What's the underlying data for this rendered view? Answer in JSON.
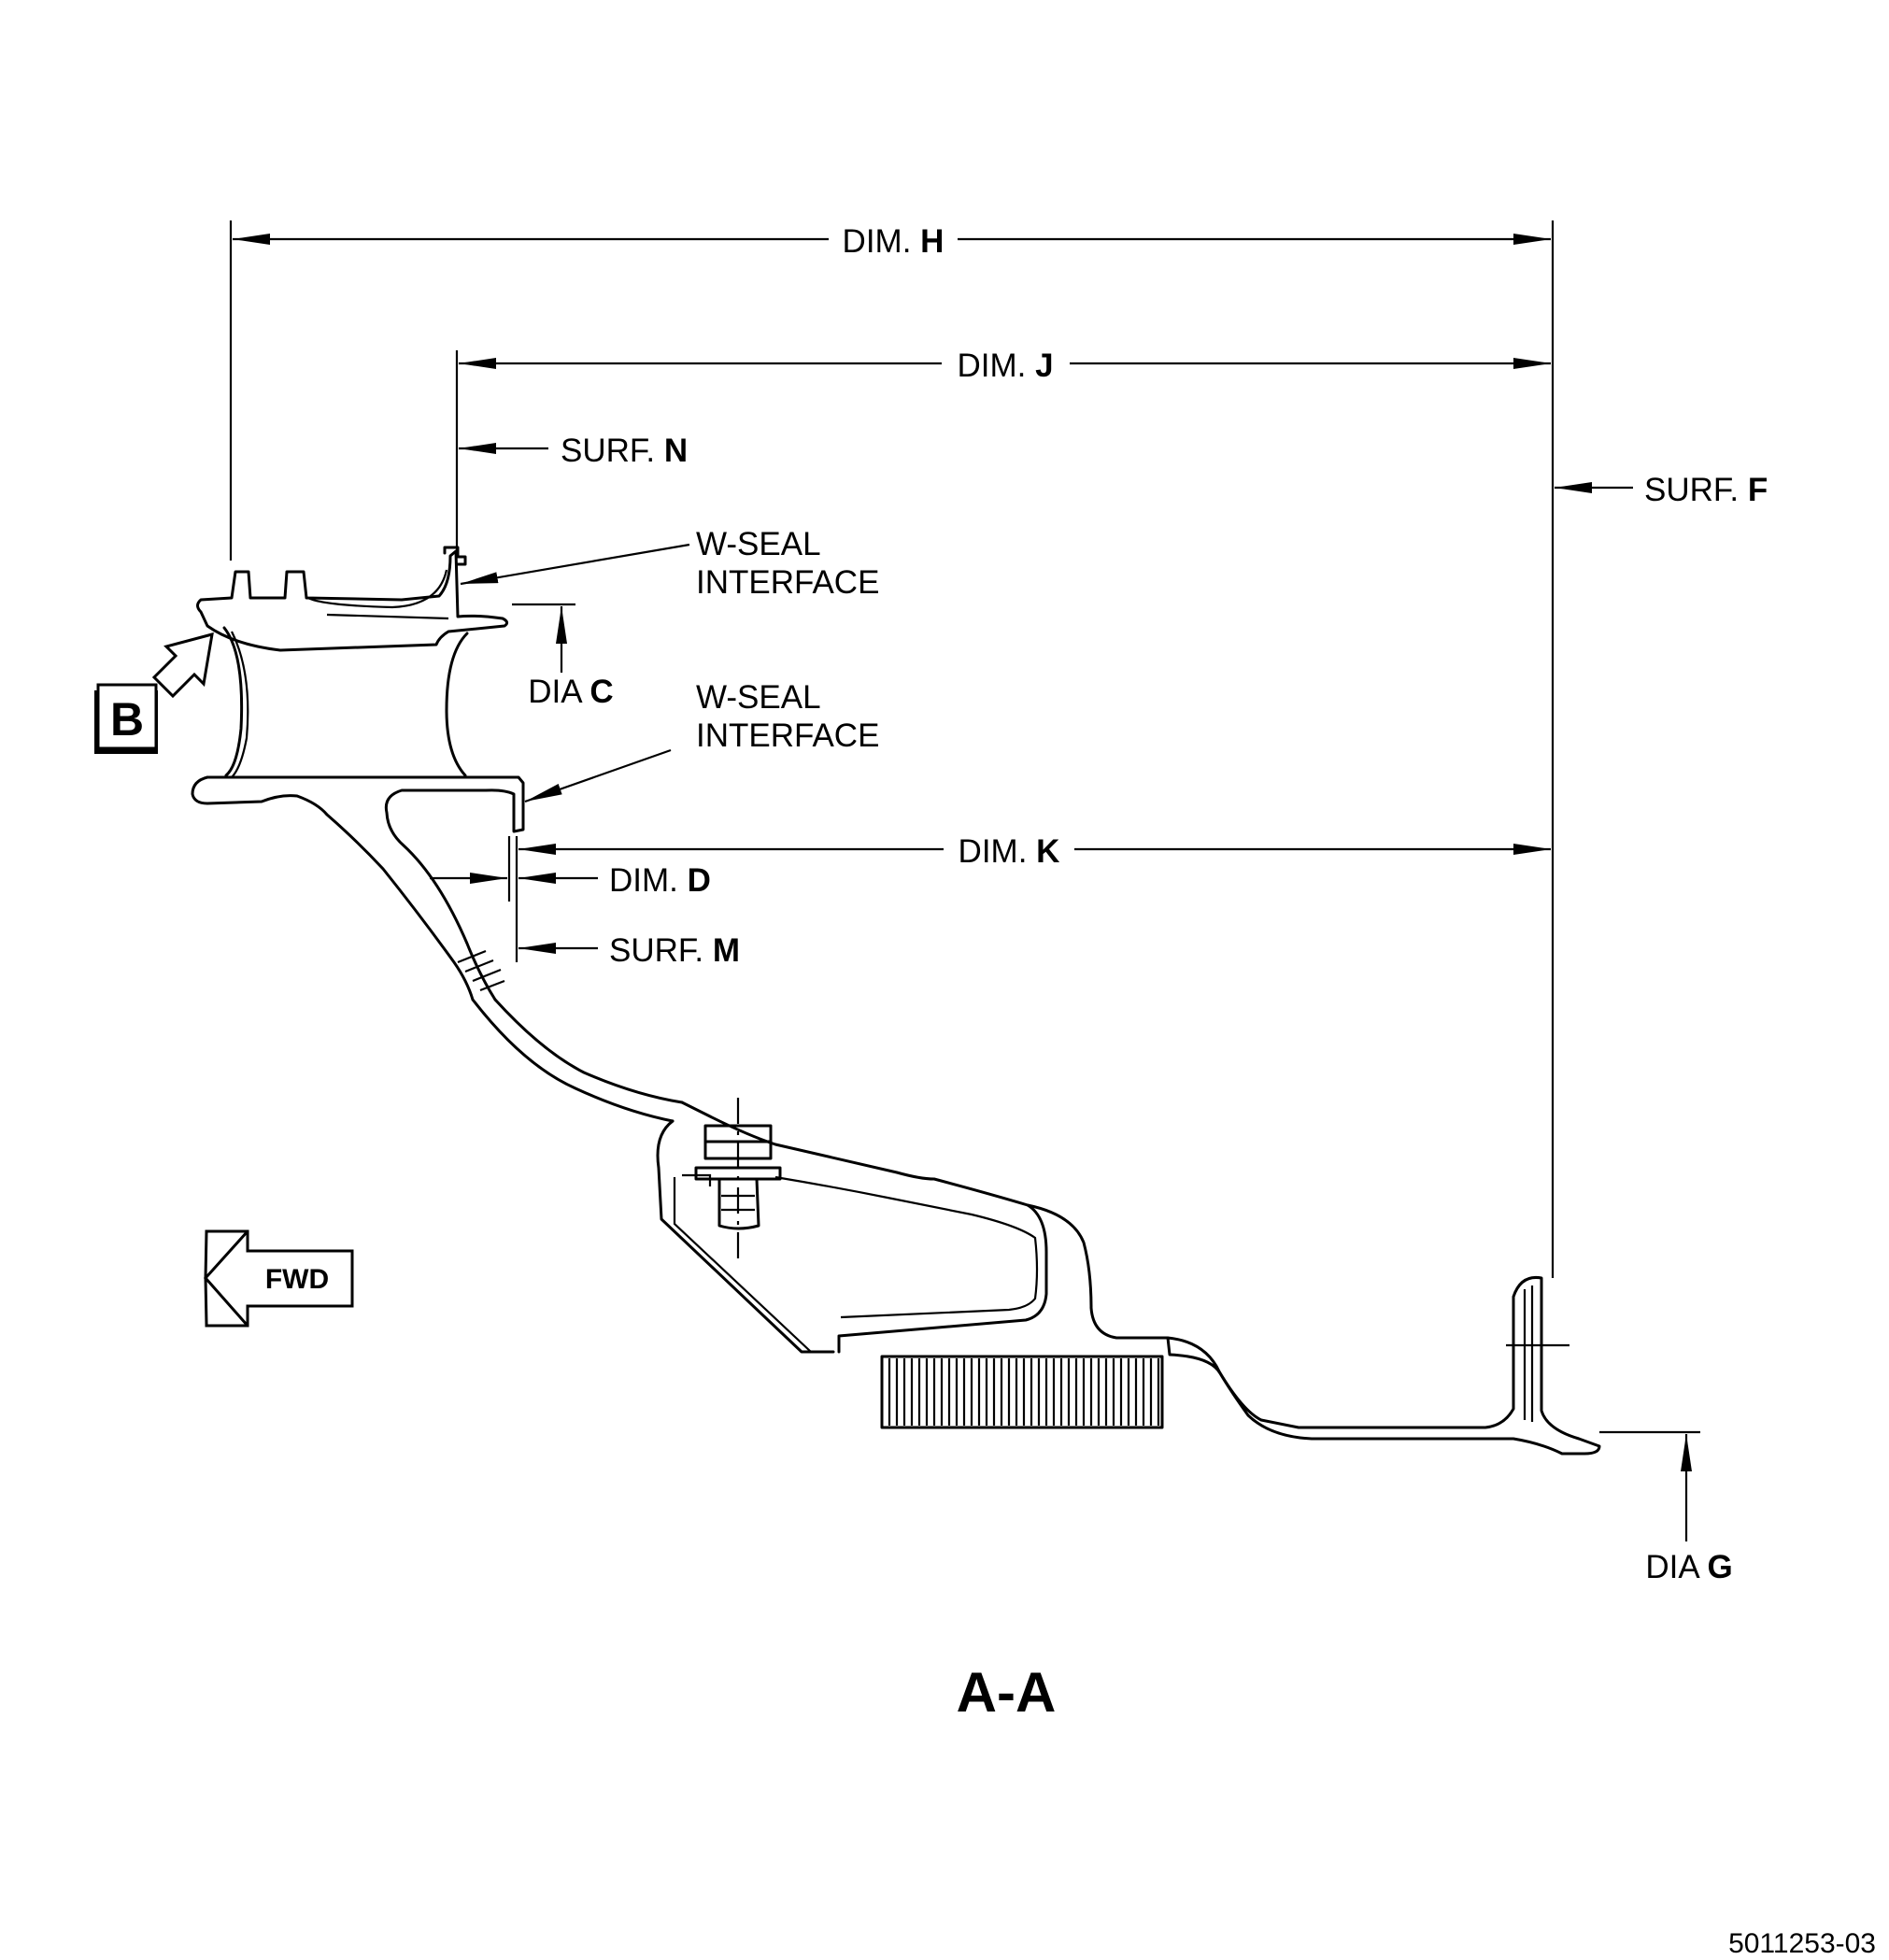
{
  "view_title": "A-A",
  "figure_number": "5011253-03",
  "fwd_label": "FWD",
  "view_box_label": "B",
  "dimensions": {
    "h": {
      "prefix": "DIM. ",
      "letter": "H"
    },
    "j": {
      "prefix": "DIM. ",
      "letter": "J"
    },
    "k": {
      "prefix": "DIM. ",
      "letter": "K"
    },
    "d": {
      "prefix": "DIM. ",
      "letter": "D"
    }
  },
  "surfaces": {
    "n": {
      "prefix": "SURF. ",
      "letter": "N"
    },
    "f": {
      "prefix": "SURF. ",
      "letter": "F"
    },
    "m": {
      "prefix": "SURF. ",
      "letter": "M"
    }
  },
  "diameters": {
    "c": {
      "prefix": "DIA ",
      "letter": "C"
    },
    "g": {
      "prefix": "DIA ",
      "letter": "G"
    }
  },
  "wseal_upper": {
    "line1": "W-SEAL",
    "line2": "INTERFACE"
  },
  "wseal_lower": {
    "line1": "W-SEAL",
    "line2": "INTERFACE"
  },
  "colors": {
    "ink": "#000000",
    "paper": "#ffffff"
  }
}
